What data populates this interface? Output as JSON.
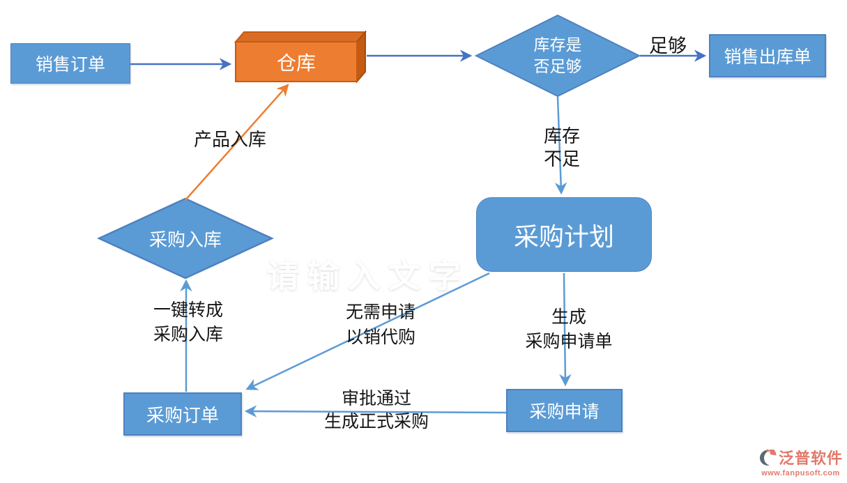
{
  "nodes": {
    "sales_order": {
      "label": "销售订单",
      "shape": "rect"
    },
    "warehouse": {
      "label": "仓库",
      "shape": "3d-box"
    },
    "stock_decision": {
      "lines": [
        "库存是",
        "否足够"
      ],
      "shape": "diamond"
    },
    "sales_outbound": {
      "label": "销售出库单",
      "shape": "rect"
    },
    "purchase_inbound": {
      "label": "采购入库",
      "shape": "diamond"
    },
    "purchase_plan": {
      "label": "采购计划",
      "shape": "rounded-rect"
    },
    "purchase_order": {
      "label": "采购订单",
      "shape": "rect"
    },
    "purchase_request": {
      "label": "采购申请",
      "shape": "rect"
    }
  },
  "edge_labels": {
    "sufficient": "足够",
    "insufficient": [
      "库存",
      "不足"
    ],
    "product_inbound": "产品入库",
    "one_click_convert": [
      "一键转成",
      "采购入库"
    ],
    "no_request_needed": [
      "无需申请",
      "以销代购"
    ],
    "generate_request": [
      "生成",
      "采购申请单"
    ],
    "approval_pass": [
      "审批通过",
      "生成正式采购"
    ]
  },
  "watermark": "请输入文字",
  "logo": {
    "brand": "泛普软件",
    "website": "www.fanpusoft.com"
  },
  "colors": {
    "node_fill": "#5B9BD5",
    "node_border": "#4E81C0",
    "warehouse_front": "#ED7D31",
    "warehouse_top": "#D96C25",
    "warehouse_side": "#C55A11",
    "arrow_dark_blue": "#4472C4",
    "arrow_light_blue": "#5B9BD5",
    "arrow_orange": "#ED7D31",
    "label_text": "#161616",
    "node_text": "#FFFFFF",
    "logo_salmon": "#E2796A",
    "logo_gray": "#5D6A73"
  }
}
